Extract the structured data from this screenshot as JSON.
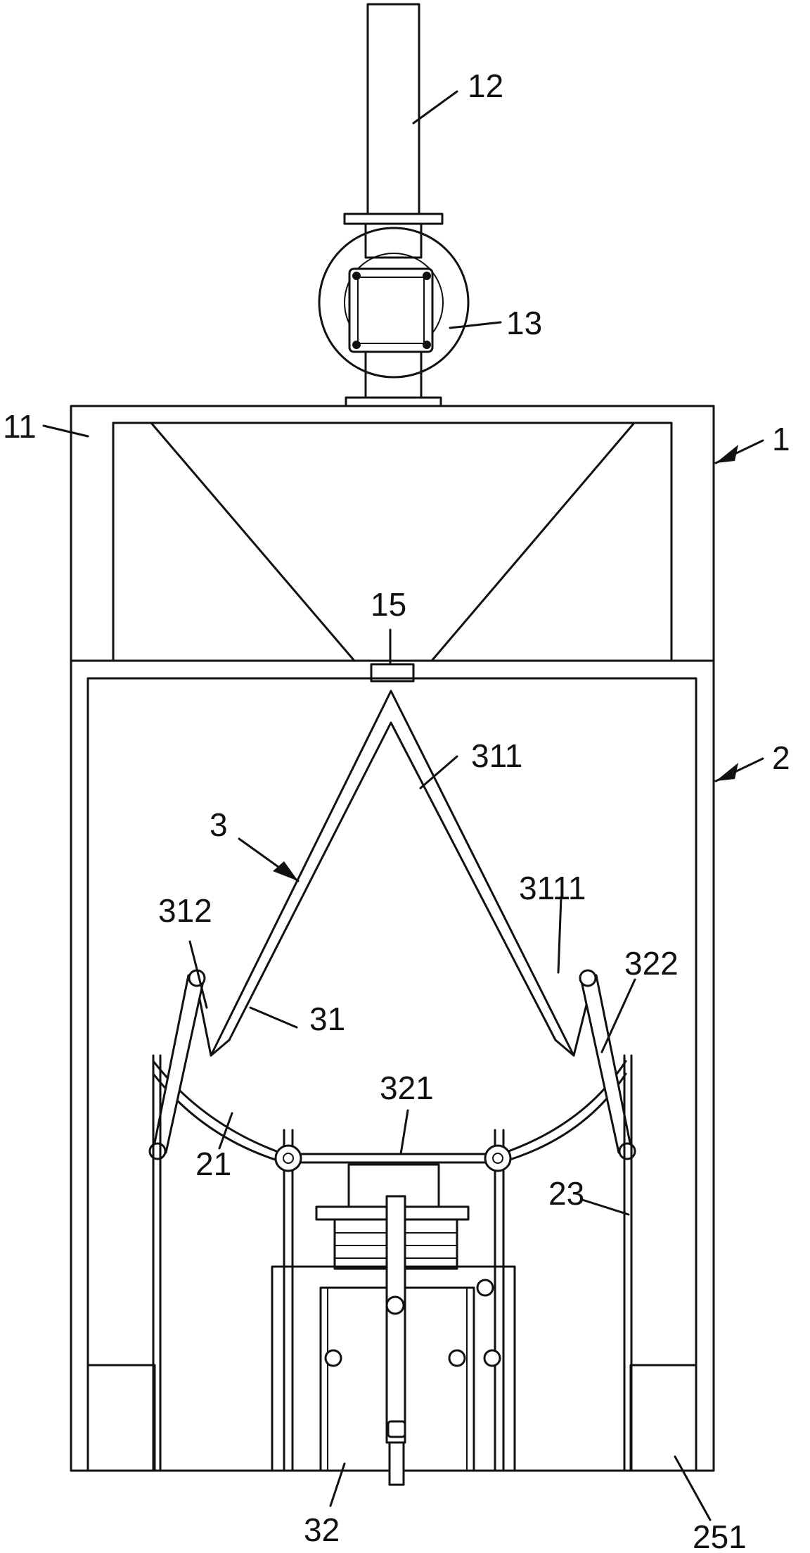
{
  "labels": {
    "l12": "12",
    "l13": "13",
    "l11": "11",
    "l1": "1",
    "l15": "15",
    "l311": "311",
    "l2": "2",
    "l3": "3",
    "l3111": "3111",
    "l312": "312",
    "l322": "322",
    "l31": "31",
    "l321": "321",
    "l21": "21",
    "l23": "23",
    "l32": "32",
    "l251": "251"
  }
}
